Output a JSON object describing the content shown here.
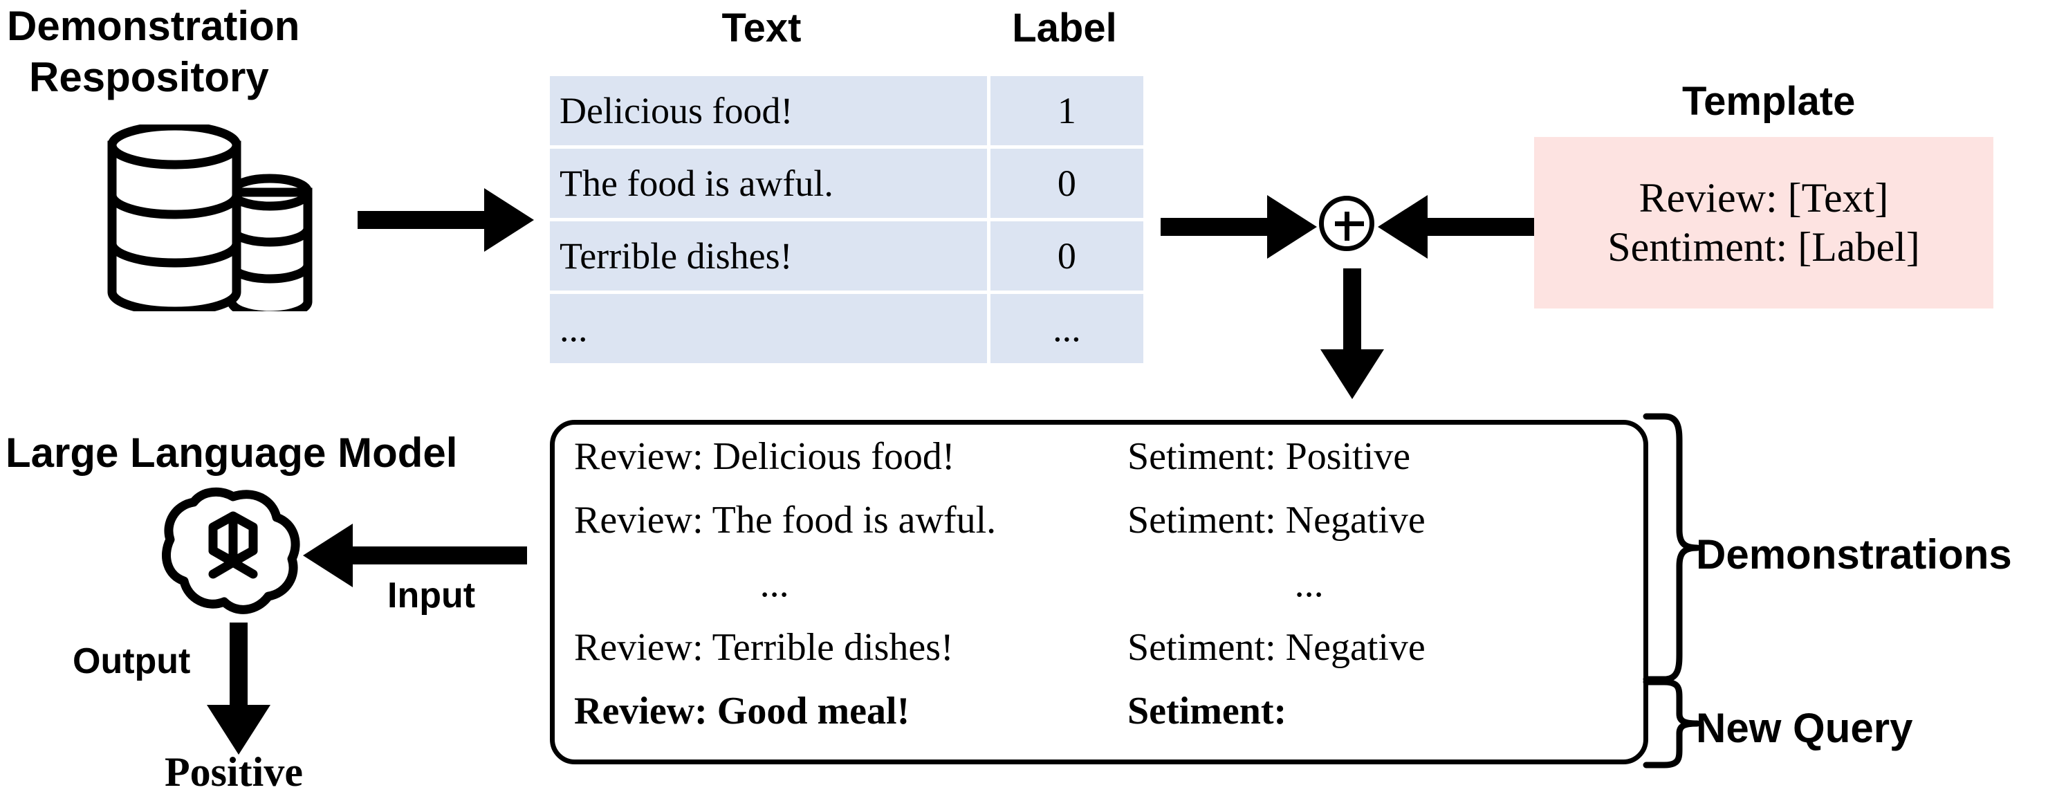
{
  "repository": {
    "title_line1": "Demonstration",
    "title_line2": "Respository",
    "icon": "database-cylinders-icon"
  },
  "table": {
    "columns": [
      "Text",
      "Label"
    ],
    "rows": [
      {
        "text": "Delicious food!",
        "label": "1"
      },
      {
        "text": "The food is awful.",
        "label": "0"
      },
      {
        "text": "Terrible dishes!",
        "label": "0"
      },
      {
        "text": "...",
        "label": "..."
      }
    ],
    "cell_bg": "#dce4f2"
  },
  "combine": {
    "operator": "+",
    "icon": "plus-circle-icon"
  },
  "template": {
    "title": "Template",
    "lines": [
      "Review: [Text]",
      "Sentiment: [Label]"
    ],
    "bg": "#fde3e1"
  },
  "prompt": {
    "rows": [
      {
        "review": "Review: Delicious food!",
        "sentiment": "Setiment: Positive",
        "bold": false
      },
      {
        "review": "Review: The food is awful.",
        "sentiment": "Setiment: Negative",
        "bold": false
      },
      {
        "review": "...",
        "sentiment": "...",
        "bold": false
      },
      {
        "review": "Review: Terrible dishes!",
        "sentiment": "Setiment: Negative",
        "bold": false
      },
      {
        "review": "Review: Good meal!",
        "sentiment": "Setiment:",
        "bold": true
      }
    ]
  },
  "annotations": {
    "demonstrations": "Demonstrations",
    "new_query": "New Query"
  },
  "llm": {
    "title": "Large Language Model",
    "logo": "openai-knot-logo",
    "input_label": "Input",
    "output_label": "Output",
    "output_value": "Positive"
  },
  "colors": {
    "ink": "#000000",
    "table_blue": "#dce4f2",
    "template_pink": "#fde3e1",
    "background": "#ffffff"
  }
}
